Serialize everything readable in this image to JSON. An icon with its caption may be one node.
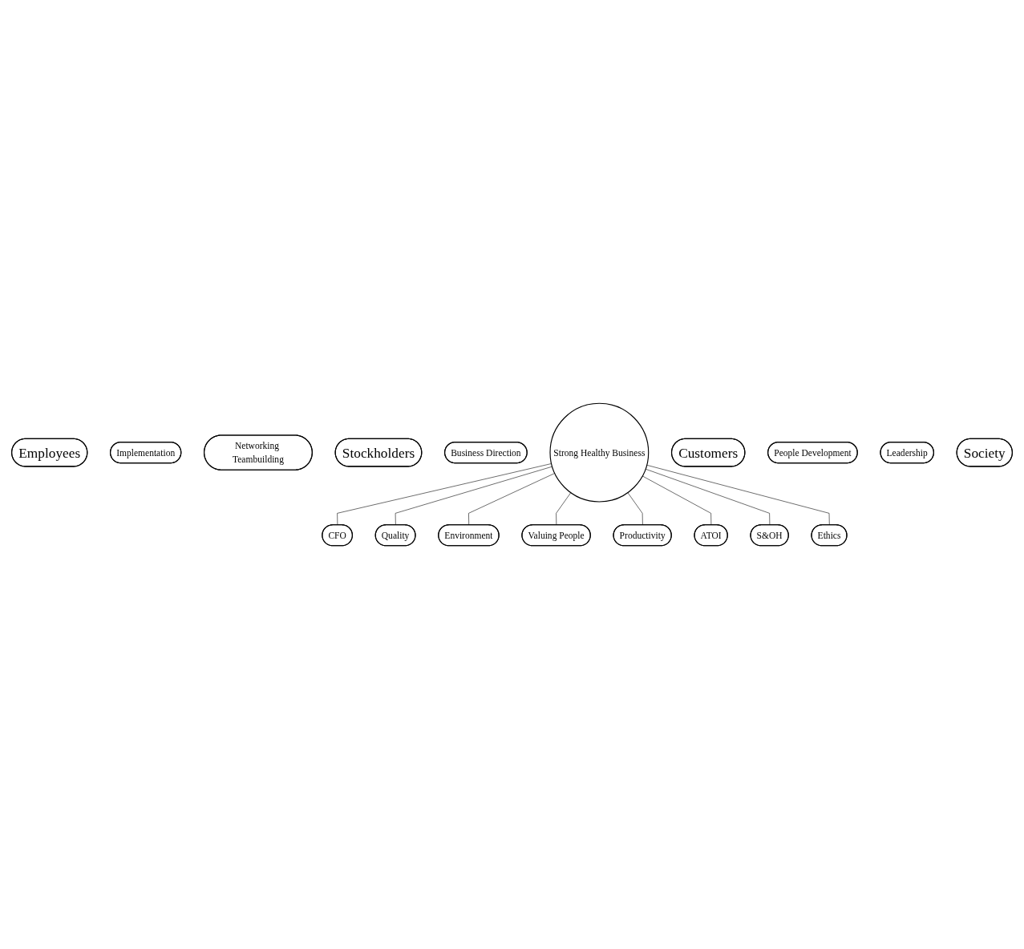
{
  "diagram": {
    "nodes": [
      {
        "text": [
          "Employees"
        ]
      },
      {
        "text": [
          "Implementation"
        ]
      },
      {
        "text": [
          "Networking Teambuilding"
        ]
      },
      {
        "text": [
          "CFO"
        ]
      },
      {
        "text": [
          "Ethics"
        ]
      },
      {
        "text": [
          "Quality"
        ]
      },
      {
        "text": [
          "Stockholders"
        ]
      },
      {
        "text": [
          "Business Direction"
        ]
      },
      {
        "text": [
          "S&OH"
        ]
      },
      {
        "text": [
          "Strong Healthy Business"
        ]
      },
      {
        "text": [
          "Environment"
        ]
      },
      {
        "text": [
          "Customers"
        ]
      },
      {
        "text": [
          "ATOI"
        ]
      },
      {
        "text": [
          "Valuing People"
        ]
      },
      {
        "text": [
          "Productivity"
        ]
      },
      {
        "text": [
          "People Development"
        ]
      },
      {
        "text": [
          "Leadership"
        ]
      },
      {
        "text": [
          "Society"
        ]
      }
    ],
    "edges": [
      {
        "from": 9,
        "to": 3,
        "arrow": "none"
      },
      {
        "from": 9,
        "to": 5,
        "arrow": "none"
      },
      {
        "from": 9,
        "to": 10,
        "arrow": "none"
      },
      {
        "from": 9,
        "to": 13,
        "arrow": "none"
      },
      {
        "from": 9,
        "to": 14,
        "arrow": "none"
      },
      {
        "from": 9,
        "to": 12,
        "arrow": "none"
      },
      {
        "from": 9,
        "to": 8,
        "arrow": "none"
      },
      {
        "from": 9,
        "to": 4,
        "arrow": "none"
      }
    ]
  }
}
